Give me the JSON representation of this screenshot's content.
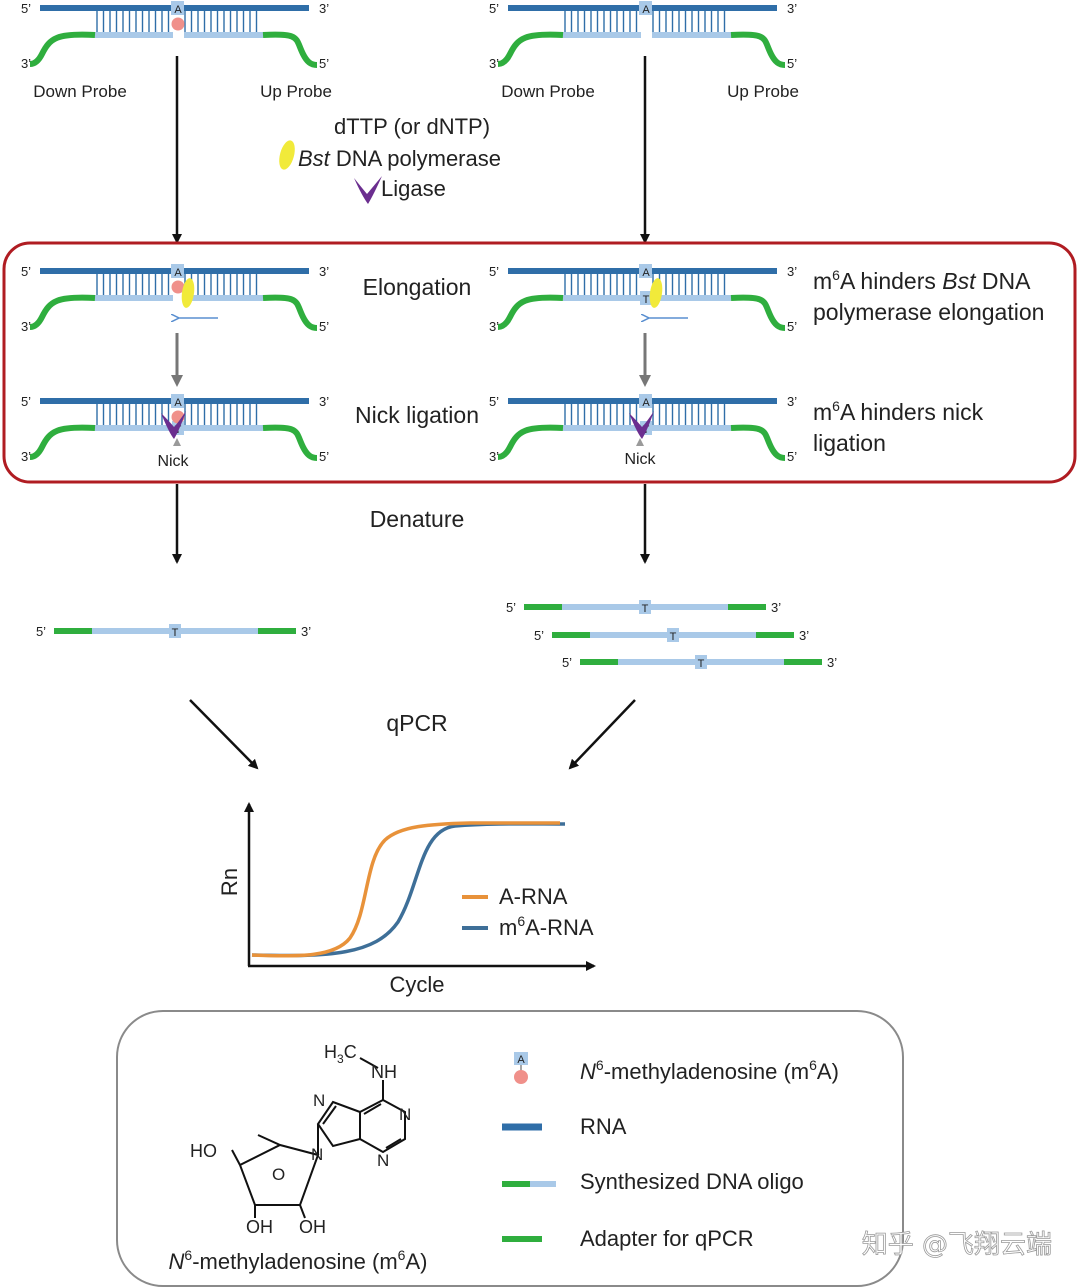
{
  "colors": {
    "rna": "#2f6ea8",
    "dna_light": "#a9c9e8",
    "adapter": "#2fae3e",
    "rung": "#2f6ea8",
    "m6a_dot": "#f0908a",
    "base_box": "#a9c9e8",
    "polymerase": "#f1ea3a",
    "ligase": "#6b2e8f",
    "red_frame": "#b01c22",
    "legend_frame": "#8a8a8a",
    "a_rna_curve": "#e8923a",
    "m6a_rna_curve": "#3e6f98",
    "arrow": "#111111",
    "gray_arrow": "#777777"
  },
  "ends": {
    "five": "5’",
    "three": "3’"
  },
  "probes": {
    "down": "Down Probe",
    "up": "Up Probe"
  },
  "bases": {
    "a": "A",
    "t": "T"
  },
  "reagents": {
    "line1": "dTTP (or dNTP)",
    "line2_italic": "Bst",
    "line2_rest": " DNA polymerase",
    "line3": "Ligase"
  },
  "steps": {
    "elongation": "Elongation",
    "nick_ligation": "Nick ligation",
    "denature": "Denature",
    "qpcr": "qPCR",
    "nick": "Nick"
  },
  "notes": {
    "elong_m": "m",
    "elong_sup": "6",
    "elong_a": "A hinders ",
    "elong_italic": "Bst",
    "elong_rest": " DNA",
    "elong_line2": "polymerase elongation",
    "nick_m": "m",
    "nick_sup": "6",
    "nick_rest": "A hinders nick",
    "nick_line2": "ligation"
  },
  "chart_data": {
    "type": "line",
    "xlabel": "Cycle",
    "ylabel": "Rn",
    "series": [
      {
        "name": "A-RNA",
        "color": "#e8923a"
      },
      {
        "name": "m6A-RNA",
        "color": "#3e6f98"
      }
    ],
    "legend_placement": "right",
    "grid": false
  },
  "chart_legend": {
    "a_rna": "A-RNA",
    "m6a_m": "m",
    "m6a_sup": "6",
    "m6a_rest": "A-RNA"
  },
  "molecule": {
    "h3c_h": "H",
    "h3c_sub": "3",
    "h3c_c": "C",
    "nh": "NH",
    "n": "N",
    "o": "O",
    "ho": "HO",
    "oh": "OH",
    "caption_n": "N",
    "caption_sup": "6",
    "caption_rest": "-methyladenosine (m",
    "caption_sup2": "6",
    "caption_end": "A)"
  },
  "legend": {
    "m6a_n": "N",
    "m6a_sup": "6",
    "m6a_rest": "-methyladenosine (m",
    "m6a_sup2": "6",
    "m6a_end": "A)",
    "rna": "RNA",
    "oligo": "Synthesized DNA oligo",
    "adapter": "Adapter for qPCR"
  },
  "watermark": "知乎 @飞翔云端"
}
